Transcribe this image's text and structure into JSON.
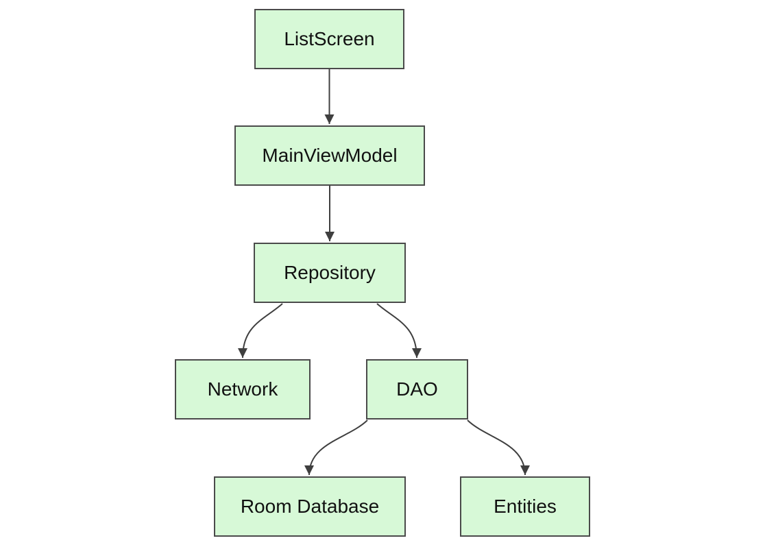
{
  "diagram": {
    "type": "flowchart",
    "direction": "top-down",
    "nodes": [
      {
        "id": "listscreen",
        "label": "ListScreen"
      },
      {
        "id": "mainviewmodel",
        "label": "MainViewModel"
      },
      {
        "id": "repository",
        "label": "Repository"
      },
      {
        "id": "network",
        "label": "Network"
      },
      {
        "id": "dao",
        "label": "DAO"
      },
      {
        "id": "roomdb",
        "label": "Room Database"
      },
      {
        "id": "entities",
        "label": "Entities"
      }
    ],
    "edges": [
      {
        "from": "ListScreen",
        "to": "MainViewModel"
      },
      {
        "from": "MainViewModel",
        "to": "Repository"
      },
      {
        "from": "Repository",
        "to": "Network"
      },
      {
        "from": "Repository",
        "to": "DAO"
      },
      {
        "from": "DAO",
        "to": "Room Database"
      },
      {
        "from": "DAO",
        "to": "Entities"
      }
    ],
    "colors": {
      "node_fill": "#d7f9d7",
      "node_border": "#4a4a4a",
      "edge": "#3f3f3f",
      "text": "#111111",
      "background": "#ffffff"
    }
  }
}
